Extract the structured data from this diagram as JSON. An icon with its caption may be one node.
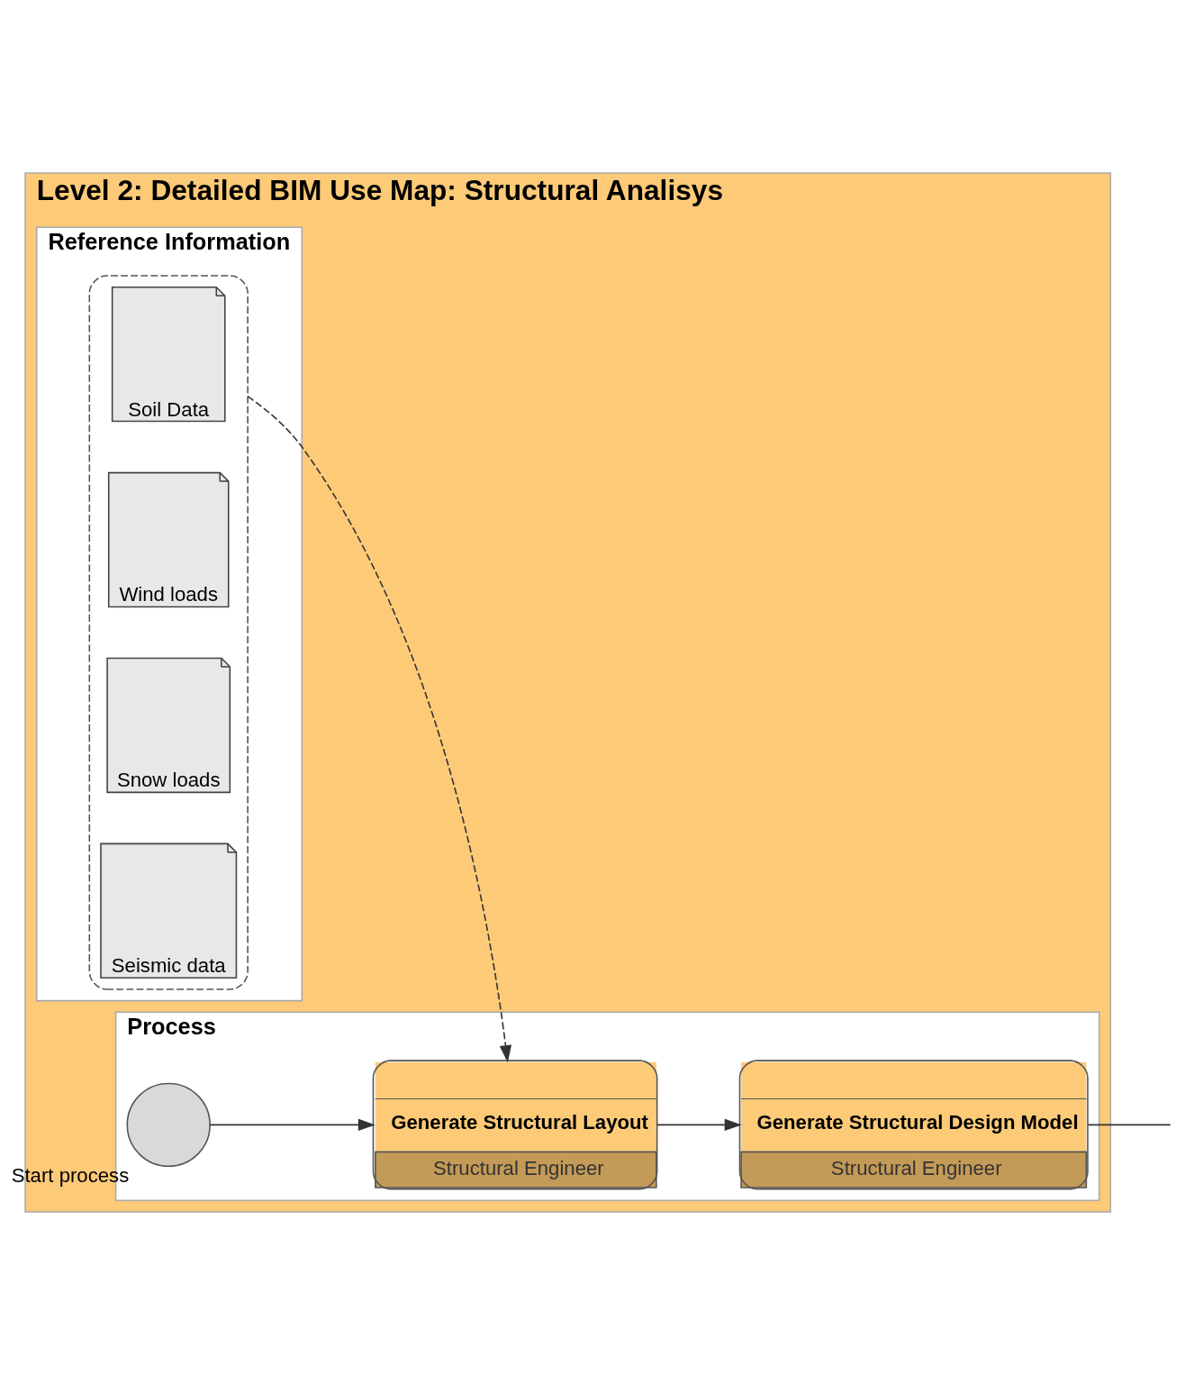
{
  "diagram": {
    "nodes": [
      {
        "text": [
          "Level 2: Detailed BIM Use Map: Structural Analisys"
        ]
      },
      {
        "text": [
          "Reference Information"
        ],
        "in": 0
      },
      {
        "text": [],
        "shape": "box",
        "in": 1
      },
      {
        "text": [
          "Soil Data"
        ],
        "in": 2
      },
      {
        "text": [
          "Wind loads"
        ],
        "in": 2
      },
      {
        "text": [
          "Snow loads"
        ],
        "in": 2
      },
      {
        "text": [
          "Seismic data"
        ],
        "in": 2
      },
      {
        "text": [
          "Process"
        ],
        "in": 0
      },
      {
        "text": [],
        "shape": "circle",
        "beside": [
          "Start process"
        ],
        "in": 7
      },
      {
        "text": [
          "Generate Structural Layout",
          "Structural Engineer"
        ],
        "in": 7
      },
      {
        "text": [
          "Generate Structural Design Model",
          "Structural Engineer"
        ],
        "in": 7
      }
    ],
    "edges": [
      {
        "from": 2,
        "to": 9,
        "arrow": "to",
        "style": "dashed"
      },
      {
        "from": 8,
        "to": 9,
        "arrow": "to"
      },
      {
        "from": 9,
        "to": 10,
        "arrow": "to"
      },
      {
        "from": 10,
        "to": null,
        "arrow": "none"
      }
    ]
  }
}
